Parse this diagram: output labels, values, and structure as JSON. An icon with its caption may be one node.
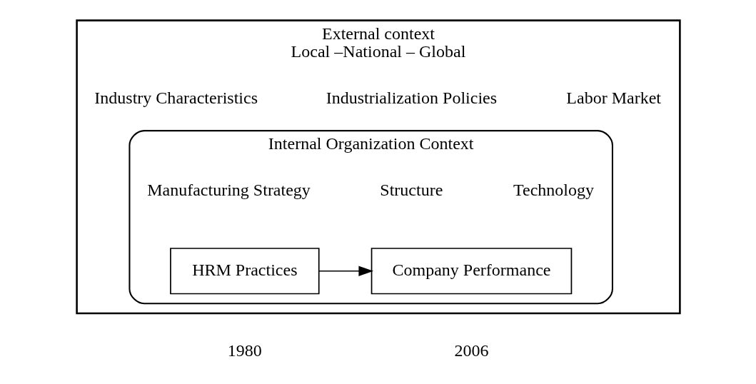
{
  "diagram": {
    "nodes": [
      {
        "text": [
          "External context",
          "Local –National – Global"
        ]
      },
      {
        "text": [
          "Internal Organization Context"
        ],
        "in": 0
      },
      {
        "text": [
          "HRM Practices"
        ],
        "in": 1
      },
      {
        "text": [
          "Company Performance"
        ],
        "in": 1
      }
    ],
    "edges": [
      {
        "from": 2,
        "to": 3,
        "arrow": "to"
      }
    ],
    "labels": [
      "Labor Market",
      "Industrialization Policies",
      "Industry Characteristics",
      "Technology",
      "Structure",
      "Manufacturing Strategy",
      "1980",
      "2006"
    ]
  }
}
